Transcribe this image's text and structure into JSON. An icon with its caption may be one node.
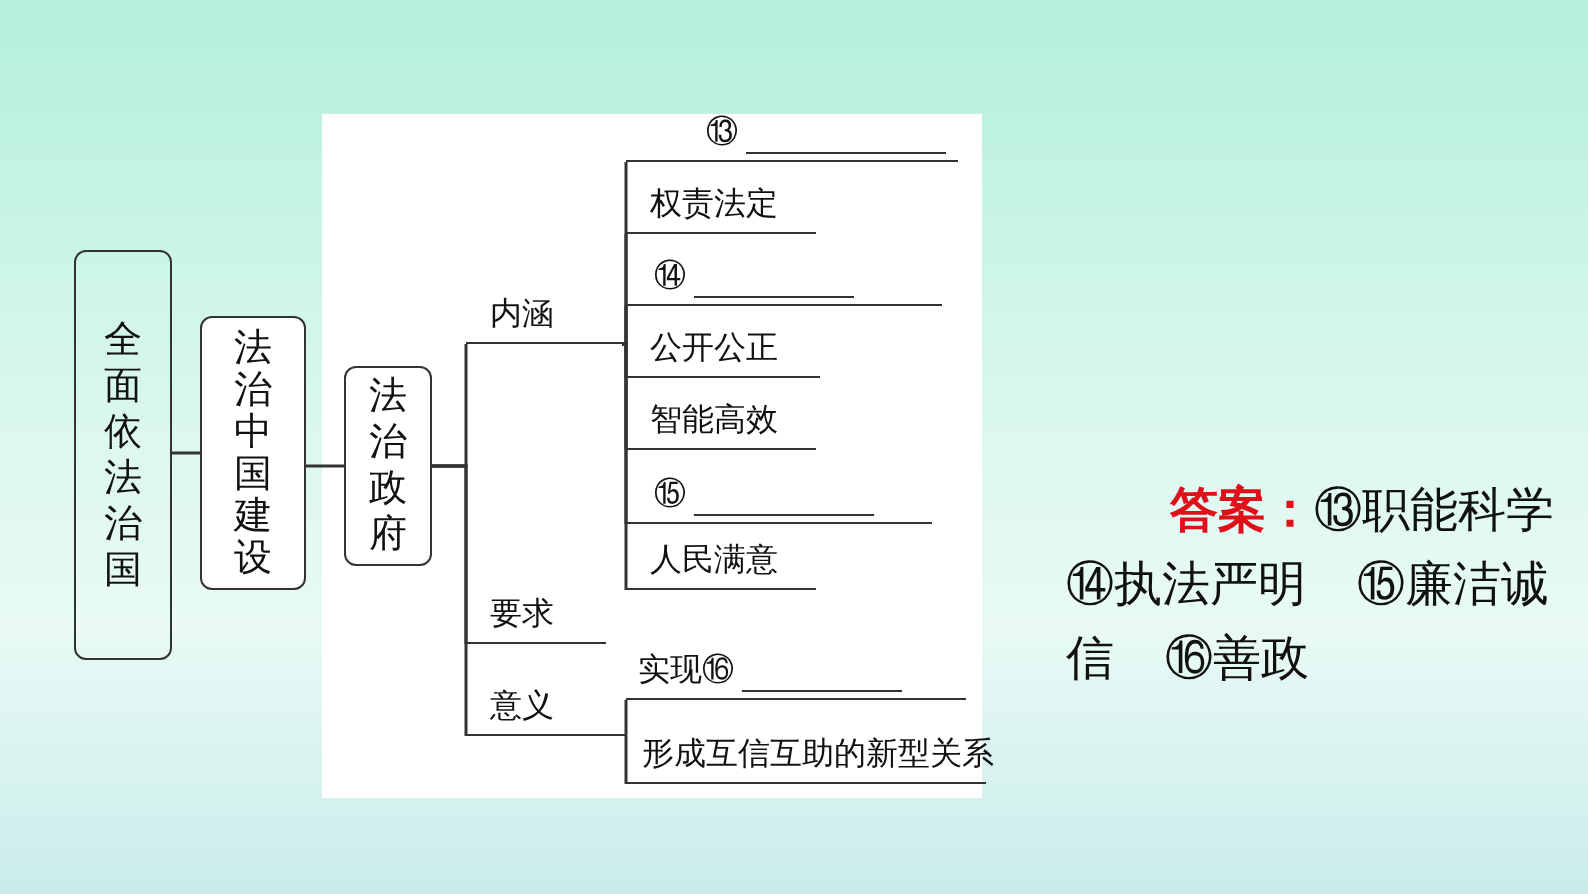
{
  "diagram": {
    "nodes": [
      {
        "text": [
          "全面依法治国"
        ]
      },
      {
        "text": [
          "法治中国建设"
        ]
      },
      {
        "text": [
          "法治政府"
        ]
      },
      {
        "text": [
          "内涵"
        ]
      },
      {
        "text": [
          "要求"
        ]
      },
      {
        "text": [
          "意义"
        ]
      },
      {
        "text": [
          "⑬"
        ]
      },
      {
        "text": [
          "权责法定"
        ]
      },
      {
        "text": [
          "⑭"
        ]
      },
      {
        "text": [
          "公开公正"
        ]
      },
      {
        "text": [
          "智能高效"
        ]
      },
      {
        "text": [
          "⑮"
        ]
      },
      {
        "text": [
          "人民满意"
        ]
      },
      {
        "text": [
          "实现⑯"
        ]
      },
      {
        "text": [
          "形成互信互助的新型关系"
        ]
      }
    ],
    "edges": [
      {
        "from": 0,
        "to": 1,
        "arrow": "none"
      },
      {
        "from": 1,
        "to": 2,
        "arrow": "none"
      },
      {
        "from": 2,
        "to": 3,
        "arrow": "none"
      },
      {
        "from": 2,
        "to": 4,
        "arrow": "none"
      },
      {
        "from": 2,
        "to": 5,
        "arrow": "none"
      },
      {
        "from": 3,
        "to": 6,
        "arrow": "none"
      },
      {
        "from": 3,
        "to": 7,
        "arrow": "none"
      },
      {
        "from": 3,
        "to": 8,
        "arrow": "none"
      },
      {
        "from": 3,
        "to": 9,
        "arrow": "none"
      },
      {
        "from": 3,
        "to": 10,
        "arrow": "none"
      },
      {
        "from": 3,
        "to": 11,
        "arrow": "none"
      },
      {
        "from": 3,
        "to": 12,
        "arrow": "none"
      },
      {
        "from": 5,
        "to": 13,
        "arrow": "none"
      },
      {
        "from": 5,
        "to": 14,
        "arrow": "none"
      }
    ],
    "labels": [
      "**答案：**⑬职能科学 ⑭执法严明 ⑮廉洁诚信 ⑯善政"
    ]
  }
}
